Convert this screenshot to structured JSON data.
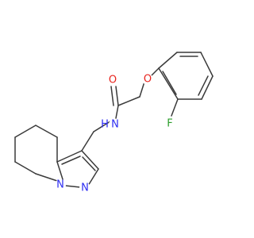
{
  "molecule": {
    "colors": {
      "bond": "#3a3a3a",
      "oxygen": "#e8231d",
      "nitrogen": "#2d2df2",
      "fluorine": "#2a9d2a",
      "background": "#ffffff"
    },
    "atoms": {
      "ether_oxygen": "O",
      "carbonyl_oxygen": "O",
      "amide_nitrogen": "N",
      "amide_hydrogen": "H",
      "fluorine": "F",
      "pyrazole_n2": "N",
      "pyrazole_n1": "N"
    }
  }
}
